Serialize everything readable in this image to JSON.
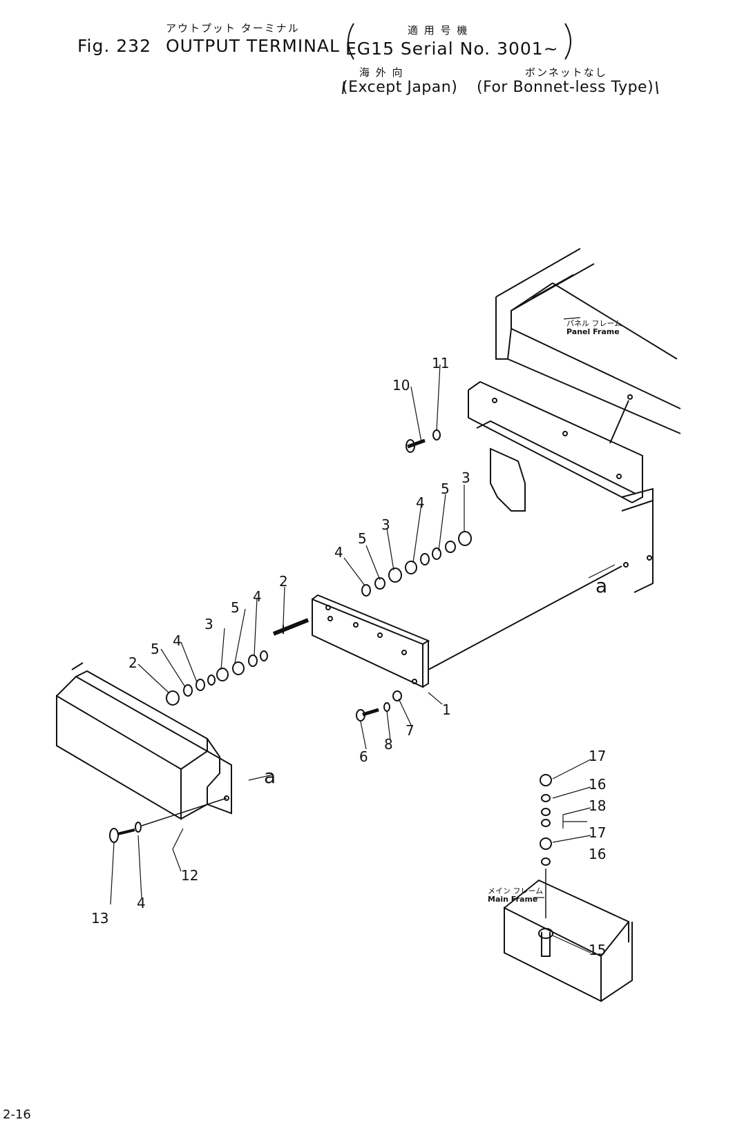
{
  "header": {
    "jp_title": "アウトプット ターミナル",
    "fig_label": "Fig. 232",
    "title": "OUTPUT TERMINAL",
    "jp_serial": "適 用 号 機",
    "serial": "EG15 Serial No. 3001~",
    "jp_except": "海 外 向",
    "jp_bonnet": "ボンネットなし",
    "except": "(Except Japan)",
    "bonnet": "(For Bonnet-less Type)"
  },
  "labels": {
    "panel_frame_jp": "パネル フレーム",
    "panel_frame": "Panel Frame",
    "main_frame_jp": "メイン フレーム",
    "main_frame": "Main Frame",
    "ref_a1": "a",
    "ref_a2": "a"
  },
  "callouts": {
    "p1": "1",
    "p2": "2",
    "p2b": "2",
    "p3a": "3",
    "p3b": "3",
    "p3c": "3",
    "p4a": "4",
    "p4b": "4",
    "p4c": "4",
    "p4d": "4",
    "p5a": "5",
    "p5b": "5",
    "p5c": "5",
    "p5d": "5",
    "p6": "6",
    "p7": "7",
    "p8": "8",
    "p10": "10",
    "p11": "11",
    "p12": "12",
    "p13": "13",
    "p14": "4",
    "p15": "15",
    "p16a": "16",
    "p16b": "16",
    "p17a": "17",
    "p17b": "17",
    "p18": "18"
  },
  "footer": {
    "page_number": "2-16"
  }
}
